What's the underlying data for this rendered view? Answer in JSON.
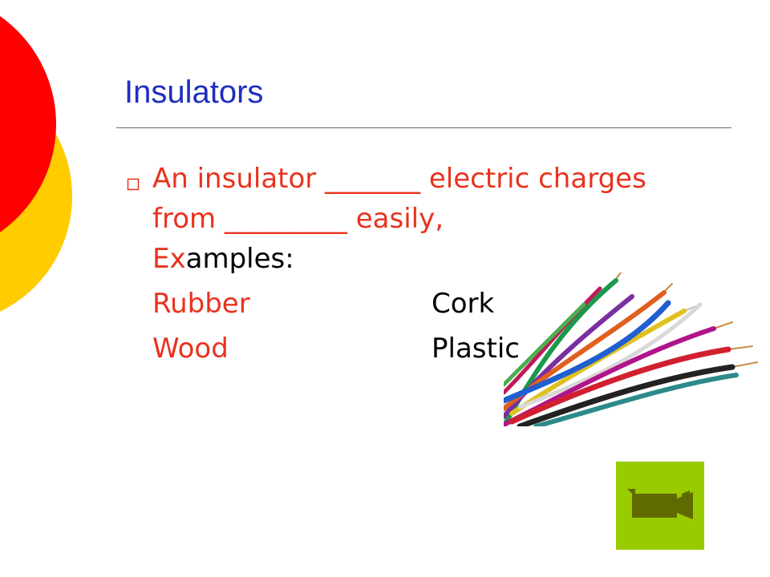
{
  "slide": {
    "title": "Insulators",
    "bullet": {
      "text": "An insulator _______ electric charges from _________ easily,"
    },
    "examples_label": {
      "highlight": "Ex",
      "rest": "amples:"
    },
    "examples": {
      "row1": {
        "left": "Rubber",
        "right": "Cork"
      },
      "row2": {
        "left": "Wood",
        "right": "Plastic"
      }
    }
  },
  "nav": {
    "movie_button_icon": "movie-camera-icon"
  },
  "colors": {
    "title": "#1f2fbf",
    "accent_red": "#e8321e",
    "circle_red": "#ff0000",
    "circle_yellow": "#ffcc00",
    "button_green": "#99cc00",
    "button_icon": "#5f6b00"
  }
}
